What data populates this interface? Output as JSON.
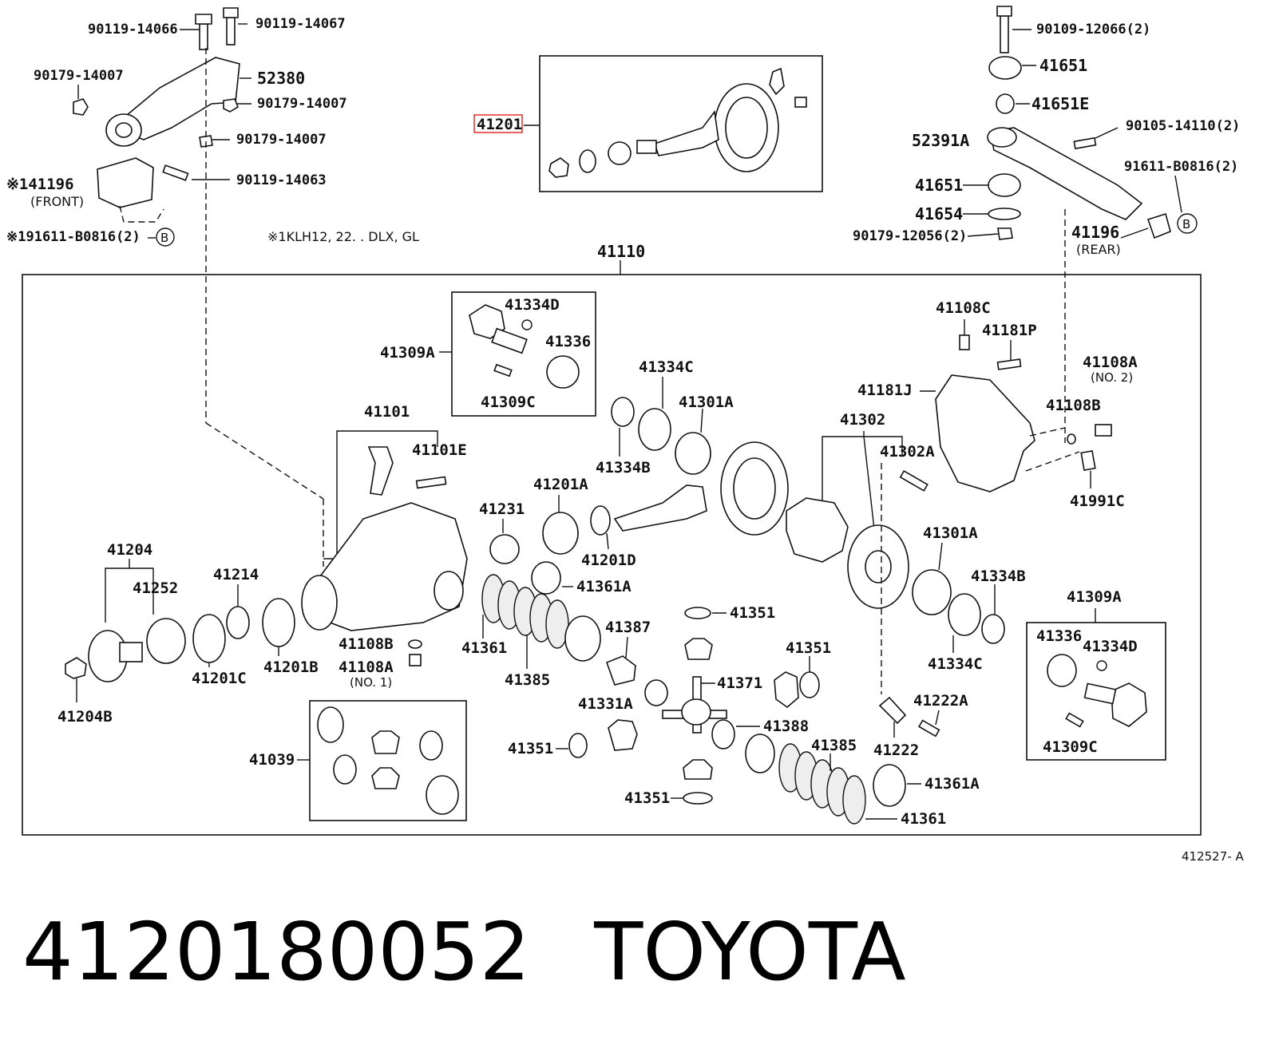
{
  "diagram_id": "412527- A",
  "highlighted_part": "41201",
  "highlight_color": "#e02020",
  "caption": {
    "part_number": "4120180052",
    "brand": "TOYOTA"
  },
  "note": "※1KLH12, 22. . DLX, GL",
  "labels": {
    "p90119_14066": "90119-14066",
    "p90119_14067": "90119-14067",
    "p90179_14007_a": "90179-14007",
    "p52380": "52380",
    "p90179_14007_b": "90179-14007",
    "p90179_14007_c": "90179-14007",
    "p90119_14063": "90119-14063",
    "p141196": "※141196",
    "front": "(FRONT)",
    "p191611": "※191611-B0816(2)",
    "p41201": "41201",
    "p90109_12066": "90109-12066(2)",
    "p41651_a": "41651",
    "p41651E": "41651E",
    "p52391A": "52391A",
    "p90105_14110": "90105-14110(2)",
    "p91611_B0816": "91611-B0816(2)",
    "p41651_b": "41651",
    "p41654": "41654",
    "p90179_12056": "90179-12056(2)",
    "p41196": "41196",
    "rear": "(REAR)",
    "p41110": "41110",
    "p41334D_a": "41334D",
    "p41309A_a": "41309A",
    "p41336_a": "41336",
    "p41309C_a": "41309C",
    "p41334C_a": "41334C",
    "p41301A_a": "41301A",
    "p41334B_a": "41334B",
    "p41101": "41101",
    "p41101E": "41101E",
    "p41201A": "41201A",
    "p41231": "41231",
    "p41201D": "41201D",
    "p41361A_a": "41361A",
    "p41204": "41204",
    "p41252": "41252",
    "p41214": "41214",
    "p41108B_a": "41108B",
    "p41108A_a": "41108A",
    "no1": "(NO. 1)",
    "p41201C": "41201C",
    "p41201B": "41201B",
    "p41204B": "41204B",
    "p41361_a": "41361",
    "p41385_a": "41385",
    "p41387": "41387",
    "p41351_a": "41351",
    "p41371": "41371",
    "p41331A": "41331A",
    "p41388": "41388",
    "p41351_b": "41351",
    "p41351_c": "41351",
    "p41351_d": "41351",
    "p41039": "41039",
    "p41108C": "41108C",
    "p41181P": "41181P",
    "p41108A_b": "41108A",
    "no2": "(NO. 2)",
    "p41181J": "41181J",
    "p41302": "41302",
    "p41108B_b": "41108B",
    "p41302A": "41302A",
    "p41991C": "41991C",
    "p41301A_b": "41301A",
    "p41334B_b": "41334B",
    "p41309A_b": "41309A",
    "p41334C_b": "41334C",
    "p41336_b": "41336",
    "p41334D_b": "41334D",
    "p41309C_b": "41309C",
    "p41222A": "41222A",
    "p41222": "41222",
    "p41385_b": "41385",
    "p41361A_b": "41361A",
    "p41361_b": "41361",
    "circle_b": "B"
  }
}
